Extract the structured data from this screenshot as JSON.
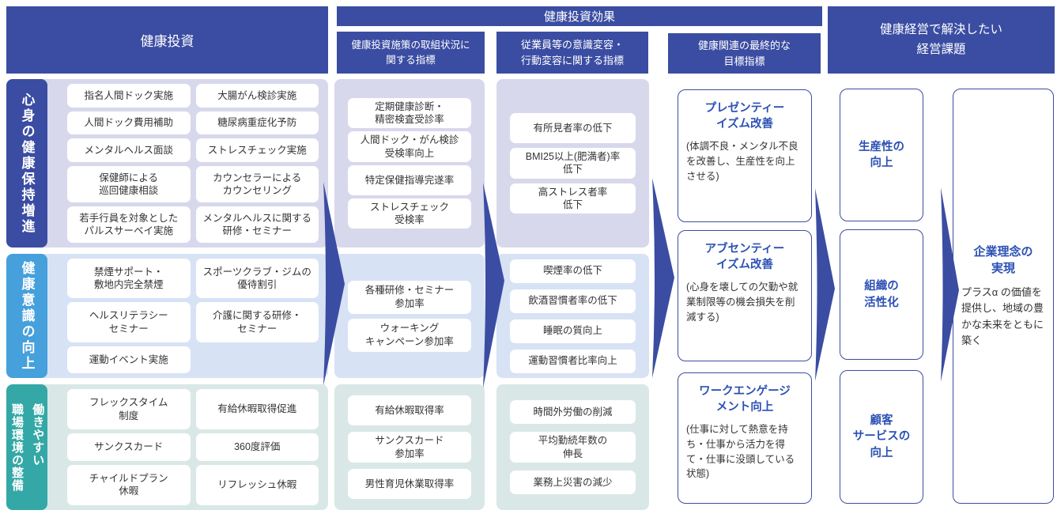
{
  "colors": {
    "header_blue": "#3B4DA2",
    "arrow_blue": "#3B4DA2",
    "accent_title_blue": "#2C51B4",
    "row1_panel_bg": "#D8D8EC",
    "row2_panel_bg": "#D7E2F5",
    "row3_panel_bg": "#D9E8E6",
    "row1_label_bg": "#3B4DA2",
    "row2_label_bg": "#45A0DB",
    "row3_label_bg": "#33A8A6",
    "box_bg": "#FFFFFF"
  },
  "headers": {
    "investment": "健康投資",
    "effect": "健康投資効果",
    "sub_process": "健康投資施策の取組状況に\n関する指標",
    "sub_behavior": "従業員等の意識変容・\n行動変容に関する指標",
    "sub_final": "健康関連の最終的な\n目標指標",
    "issues": "健康経営で解決したい\n経営課題"
  },
  "rows": [
    {
      "label": "心身の健康保持増進",
      "investments": [
        "指名人間ドック実施",
        "大腸がん検診実施",
        "人間ドック費用補助",
        "糖尿病重症化予防",
        "メンタルヘルス面談",
        "ストレスチェック実施",
        "保健師による\n巡回健康相談",
        "カウンセラーによる\nカウンセリング",
        "若手行員を対象とした\nパルスサーベイ実施",
        "メンタルヘルスに関する\n研修・セミナー"
      ],
      "process_indicators": [
        "定期健康診断・\n精密検査受診率",
        "人間ドック・がん検診\n受検率向上",
        "特定保健指導完遂率",
        "ストレスチェック\n受検率"
      ],
      "behavior_indicators": [
        "有所見者率の低下",
        "BMI25以上(肥満者)率\n低下",
        "高ストレス者率\n低下"
      ]
    },
    {
      "label": "健康意識の向上",
      "investments": [
        "禁煙サポート・\n敷地内完全禁煙",
        "スポーツクラブ・ジムの\n優待割引",
        "ヘルスリテラシー\nセミナー",
        "介護に関する研修・\nセミナー",
        "運動イベント実施"
      ],
      "process_indicators": [
        "各種研修・セミナー\n参加率",
        "ウォーキング\nキャンペーン参加率"
      ],
      "behavior_indicators": [
        "喫煙率の低下",
        "飲酒習慣者率の低下",
        "睡眠の質向上",
        "運動習慣者比率向上"
      ]
    },
    {
      "label": "働きやすい\n職場環境の整備",
      "investments": [
        "フレックスタイム\n制度",
        "有給休暇取得促進",
        "サンクスカード",
        "360度評価",
        "チャイルドプラン\n休暇",
        "リフレッシュ休暇"
      ],
      "process_indicators": [
        "有給休暇取得率",
        "サンクスカード\n参加率",
        "男性育児休業取得率"
      ],
      "behavior_indicators": [
        "時間外労働の削減",
        "平均勤続年数の\n伸長",
        "業務上災害の減少"
      ]
    }
  ],
  "final_targets": [
    {
      "title": "プレゼンティー\nイズム改善",
      "desc": "(体調不良・メンタル不良を改善し、生産性を向上させる)"
    },
    {
      "title": "アブセンティー\nイズム改善",
      "desc": "(心身を壊しての欠勤や就業制限等の機会損失を削減する)"
    },
    {
      "title": "ワークエンゲージ\nメント向上",
      "desc": "(仕事に対して熱意を持ち・仕事から活力を得て・仕事に没頭している状態)"
    }
  ],
  "management_goals": [
    "生産性の\n向上",
    "組織の\n活性化",
    "顧客\nサービスの\n向上"
  ],
  "philosophy": {
    "title": "企業理念の\n実現",
    "desc": "プラスα の価値を提供し、地域の豊かな未来をともに築く"
  }
}
